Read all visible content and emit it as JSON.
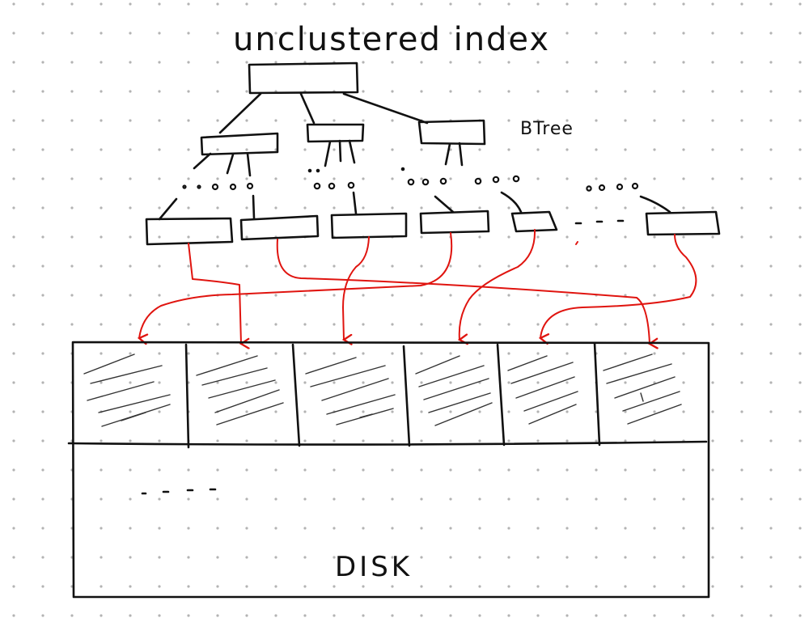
{
  "diagram": {
    "title": "unclustered index",
    "tree_label": "BTree",
    "disk_label": "DISK",
    "colors": {
      "ink": "#111111",
      "pointer": "#e0140f",
      "grid_dot": "#b3b3b3",
      "paper": "#ffffff"
    }
  }
}
